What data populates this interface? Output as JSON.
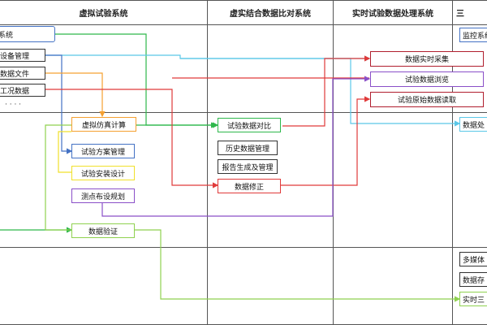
{
  "headers": {
    "col1": "虚拟试验系统",
    "col2": "虚实结合数据比对系统",
    "col3": "实时试验数据处理系统",
    "col4": "三"
  },
  "nodes": {
    "sys_top": "系统",
    "equip_mgmt": "设备管理",
    "data_files": "数据文件",
    "work_data": "工况数据",
    "ellipsis": "· · · ·",
    "virtual_sim": "虚拟仿真计算",
    "plan_mgmt": "试验方案管理",
    "install_design": "试验安装设计",
    "sensor_layout": "测点布设规划",
    "data_verify": "数据验证",
    "data_compare": "试验数据对比",
    "history_mgmt": "历史数据管理",
    "report_gen": "报告生成及管理",
    "data_correct": "数据修正",
    "data_collect": "数据实时采集",
    "realtime_view": "试验数据浏览",
    "raw_read": "试验原始数据读取",
    "right_top": "监控系统",
    "right_mid": "数据处",
    "right_b1": "多媒体",
    "right_b2": "数据存",
    "right_b3": "实时三"
  },
  "colors": {
    "blue": "#4472c4",
    "green": "#2eb84b",
    "orange": "#f5a030",
    "red": "#e03a3a",
    "purple": "#8a4fc8",
    "cyan": "#5bc8e8",
    "yellow": "#f0e02a",
    "lime": "#8fd14f",
    "darkred": "#b01e2e",
    "grid": "#555555"
  }
}
